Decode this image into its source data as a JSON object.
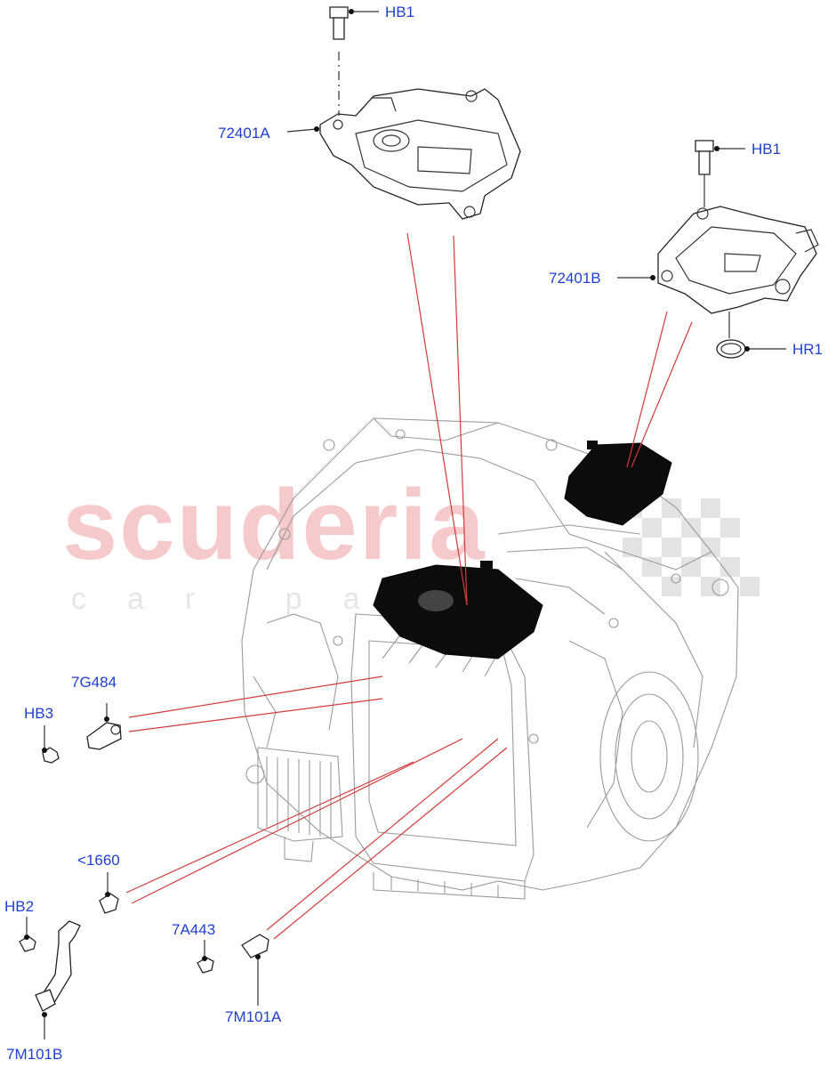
{
  "watermark": {
    "main": "scuderia",
    "sub": "car parts"
  },
  "callouts": {
    "hb1_top": "HB1",
    "p72401a": "72401A",
    "hb1_right": "HB1",
    "p72401b": "72401B",
    "hr1": "HR1",
    "p7g484": "7G484",
    "hb3": "HB3",
    "p1660": "<1660",
    "hb2": "HB2",
    "p7a443": "7A443",
    "p7m101a": "7M101A",
    "p7m101b": "7M101B"
  },
  "colors": {
    "label": "#1f3fd1",
    "leader_red": "#d43a3a",
    "watermark_red": "#f6c9cb",
    "watermark_grey": "#e6e6e6"
  }
}
